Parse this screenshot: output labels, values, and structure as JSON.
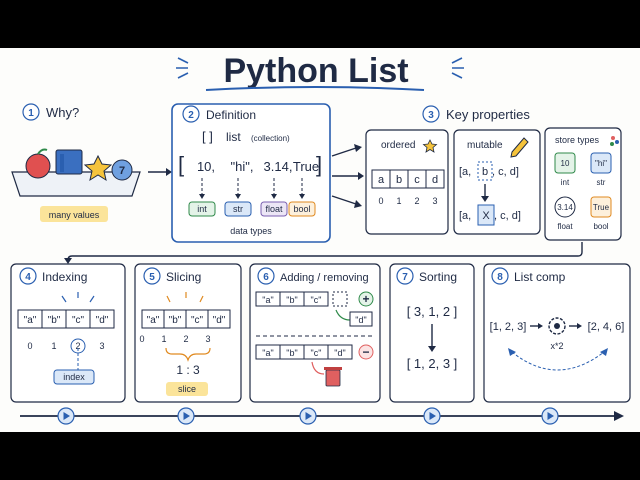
{
  "title": "Python List",
  "colors": {
    "blue": "#2a5fb0",
    "yellow": "#fbe49a",
    "red": "#e06060",
    "green": "#2f8a4a",
    "orange": "#e08a20",
    "paleblue": "#dbe8f8",
    "palered": "#f6c8c8"
  },
  "why": {
    "num": "1",
    "label": "Why?",
    "caption": "many values",
    "badge": "7"
  },
  "definition": {
    "num": "2",
    "label": "Definition",
    "brackets": "[ ]",
    "list_word": "list",
    "collection": "(collection)",
    "open": "[",
    "close": "]",
    "items": [
      {
        "text": "10,",
        "type": "int"
      },
      {
        "text": "\"hi\",",
        "type": "str"
      },
      {
        "text": "3.14,",
        "type": "float"
      },
      {
        "text": "True",
        "type": "bool"
      }
    ],
    "footer": "data types"
  },
  "properties": {
    "num": "3",
    "label": "Key properties",
    "ordered": {
      "label": "ordered",
      "cells": [
        "a",
        "b",
        "c",
        "d"
      ],
      "indices": [
        "0",
        "1",
        "2",
        "3"
      ]
    },
    "mutable": {
      "label": "mutable",
      "before": "[a, b, c, d]",
      "after": "[a, X, c, d]",
      "b_open": "[a,",
      "b_item": "b",
      "b_rest": ", c, d]",
      "a_open": "[a,",
      "a_item": "X",
      "a_rest": ", c, d]"
    },
    "store": {
      "label": "store types",
      "items": [
        {
          "v": "10",
          "t": "int"
        },
        {
          "v": "\"hi\"",
          "t": "str"
        },
        {
          "v": "3.14",
          "t": "float"
        },
        {
          "v": "True",
          "t": "bool"
        }
      ]
    }
  },
  "indexing": {
    "num": "4",
    "label": "Indexing",
    "cells": [
      "\"a\"",
      "\"b\"",
      "\"c\"",
      "\"d\""
    ],
    "indices": [
      "0",
      "1",
      "2",
      "3"
    ],
    "caption": "index"
  },
  "slicing": {
    "num": "5",
    "label": "Slicing",
    "cells": [
      "\"a\"",
      "\"b\"",
      "\"c\"",
      "\"d\""
    ],
    "indices": [
      "0",
      "1",
      "2",
      "3"
    ],
    "range": "1 : 3",
    "caption": "slice"
  },
  "adding": {
    "num": "6",
    "label": "Adding / removing",
    "row1": [
      "\"a\"",
      "\"b\"",
      "\"c\""
    ],
    "added": "\"d\"",
    "row2": [
      "\"a\"",
      "\"b\"",
      "\"c\"",
      "\"d\""
    ],
    "plus": "+",
    "minus": "−"
  },
  "sorting": {
    "num": "7",
    "label": "Sorting",
    "before": "[ 3, 1, 2 ]",
    "after": "[ 1, 2, 3 ]"
  },
  "listcomp": {
    "num": "8",
    "label": "List comp",
    "input": "[1, 2, 3]",
    "output": "[2, 4, 6]",
    "op": "x*2"
  }
}
